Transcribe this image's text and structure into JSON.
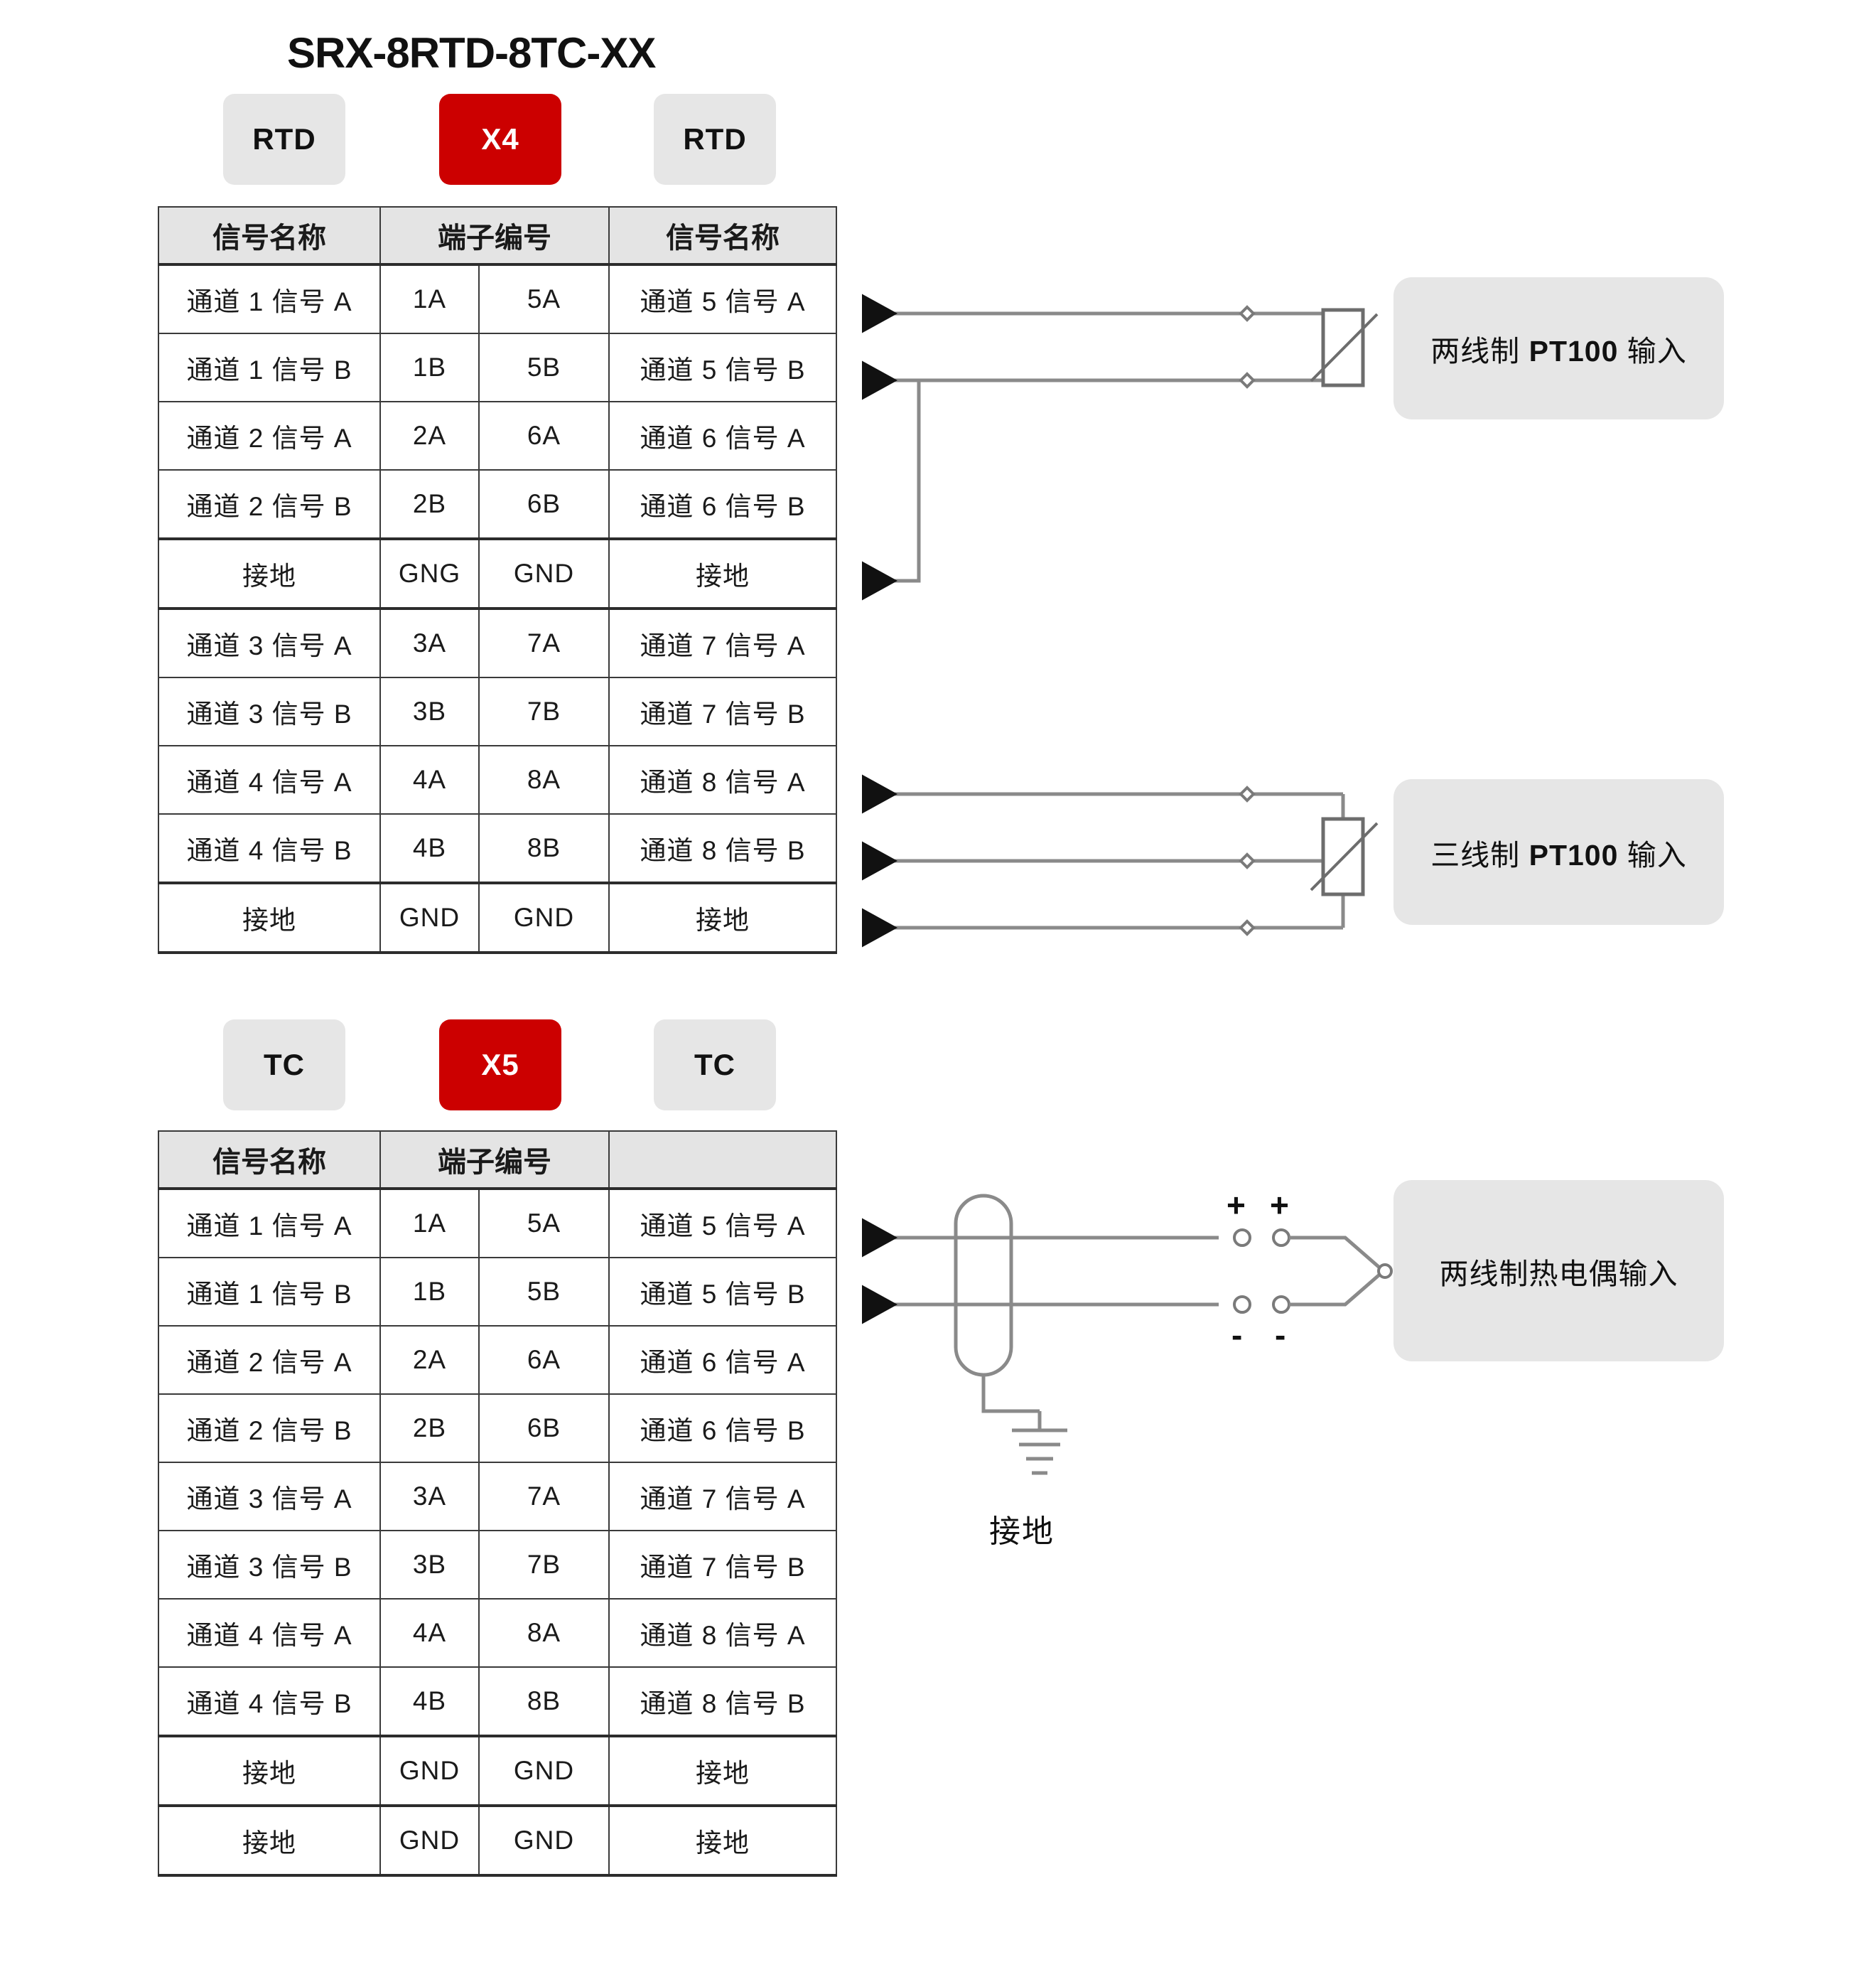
{
  "page": {
    "title": "SRX-8RTD-8TC-XX"
  },
  "section_rtd": {
    "chips": [
      {
        "label": "RTD",
        "style": "grey"
      },
      {
        "label": "X4",
        "style": "red"
      },
      {
        "label": "RTD",
        "style": "grey"
      }
    ],
    "table": {
      "headers": [
        "信号名称",
        "端子编号",
        "信号名称"
      ],
      "rows": [
        {
          "left_signal": "通道 1 信号 A",
          "left_term": "1A",
          "right_term": "5A",
          "right_signal": "通道 5 信号 A",
          "type": "normal"
        },
        {
          "left_signal": "通道 1 信号 B",
          "left_term": "1B",
          "right_term": "5B",
          "right_signal": "通道 5 信号 B",
          "type": "normal"
        },
        {
          "left_signal": "通道 2 信号 A",
          "left_term": "2A",
          "right_term": "6A",
          "right_signal": "通道 6 信号 A",
          "type": "normal"
        },
        {
          "left_signal": "通道 2 信号 B",
          "left_term": "2B",
          "right_term": "6B",
          "right_signal": "通道 6 信号 B",
          "type": "normal"
        },
        {
          "left_signal": "接地",
          "left_term": "GNG",
          "right_term": "GND",
          "right_signal": "接地",
          "type": "gnd"
        },
        {
          "left_signal": "通道 3 信号 A",
          "left_term": "3A",
          "right_term": "7A",
          "right_signal": "通道 7 信号 A",
          "type": "normal"
        },
        {
          "left_signal": "通道 3 信号 B",
          "left_term": "3B",
          "right_term": "7B",
          "right_signal": "通道 7 信号 B",
          "type": "normal"
        },
        {
          "left_signal": "通道 4 信号 A",
          "left_term": "4A",
          "right_term": "8A",
          "right_signal": "通道 8 信号 A",
          "type": "normal"
        },
        {
          "left_signal": "通道 4 信号 B",
          "left_term": "4B",
          "right_term": "8B",
          "right_signal": "通道 8 信号 B",
          "type": "normal"
        },
        {
          "left_signal": "接地",
          "left_term": "GND",
          "right_term": "GND",
          "right_signal": "接地",
          "type": "gnd"
        }
      ]
    },
    "callouts": [
      {
        "prefix": "两线制 ",
        "strong": "PT100",
        "suffix": " 输入"
      },
      {
        "prefix": "三线制 ",
        "strong": "PT100",
        "suffix": " 输入"
      }
    ]
  },
  "section_tc": {
    "chips": [
      {
        "label": "TC",
        "style": "grey"
      },
      {
        "label": "X5",
        "style": "red"
      },
      {
        "label": "TC",
        "style": "grey"
      }
    ],
    "table": {
      "headers": [
        "信号名称",
        "端子编号",
        ""
      ],
      "rows": [
        {
          "left_signal": "通道 1 信号 A",
          "left_term": "1A",
          "right_term": "5A",
          "right_signal": "通道 5 信号 A",
          "type": "normal"
        },
        {
          "left_signal": "通道 1 信号 B",
          "left_term": "1B",
          "right_term": "5B",
          "right_signal": "通道 5 信号 B",
          "type": "normal"
        },
        {
          "left_signal": "通道 2 信号 A",
          "left_term": "2A",
          "right_term": "6A",
          "right_signal": "通道 6 信号 A",
          "type": "normal"
        },
        {
          "left_signal": "通道 2 信号 B",
          "left_term": "2B",
          "right_term": "6B",
          "right_signal": "通道 6 信号 B",
          "type": "normal"
        },
        {
          "left_signal": "通道 3 信号 A",
          "left_term": "3A",
          "right_term": "7A",
          "right_signal": "通道 7 信号 A",
          "type": "normal"
        },
        {
          "left_signal": "通道 3 信号 B",
          "left_term": "3B",
          "right_term": "7B",
          "right_signal": "通道 7 信号 B",
          "type": "normal"
        },
        {
          "left_signal": "通道 4 信号 A",
          "left_term": "4A",
          "right_term": "8A",
          "right_signal": "通道 8 信号 A",
          "type": "normal"
        },
        {
          "left_signal": "通道 4 信号 B",
          "left_term": "4B",
          "right_term": "8B",
          "right_signal": "通道 8 信号 B",
          "type": "normal"
        },
        {
          "left_signal": "接地",
          "left_term": "GND",
          "right_term": "GND",
          "right_signal": "接地",
          "type": "gnd"
        },
        {
          "left_signal": "接地",
          "left_term": "GND",
          "right_term": "GND",
          "right_signal": "接地",
          "type": "gnd"
        }
      ]
    },
    "callouts": [
      {
        "prefix": "两线制热电偶输入",
        "strong": "",
        "suffix": ""
      }
    ],
    "ground_label": "接地",
    "polarity": {
      "positive": "+",
      "negative": "-"
    }
  },
  "colors": {
    "accent_red": "#CC0000",
    "chip_grey": "#E6E6E6",
    "callout_grey": "#E6E6E6",
    "wire": "#8A8A8A",
    "table_border": "#3A3A3A"
  }
}
